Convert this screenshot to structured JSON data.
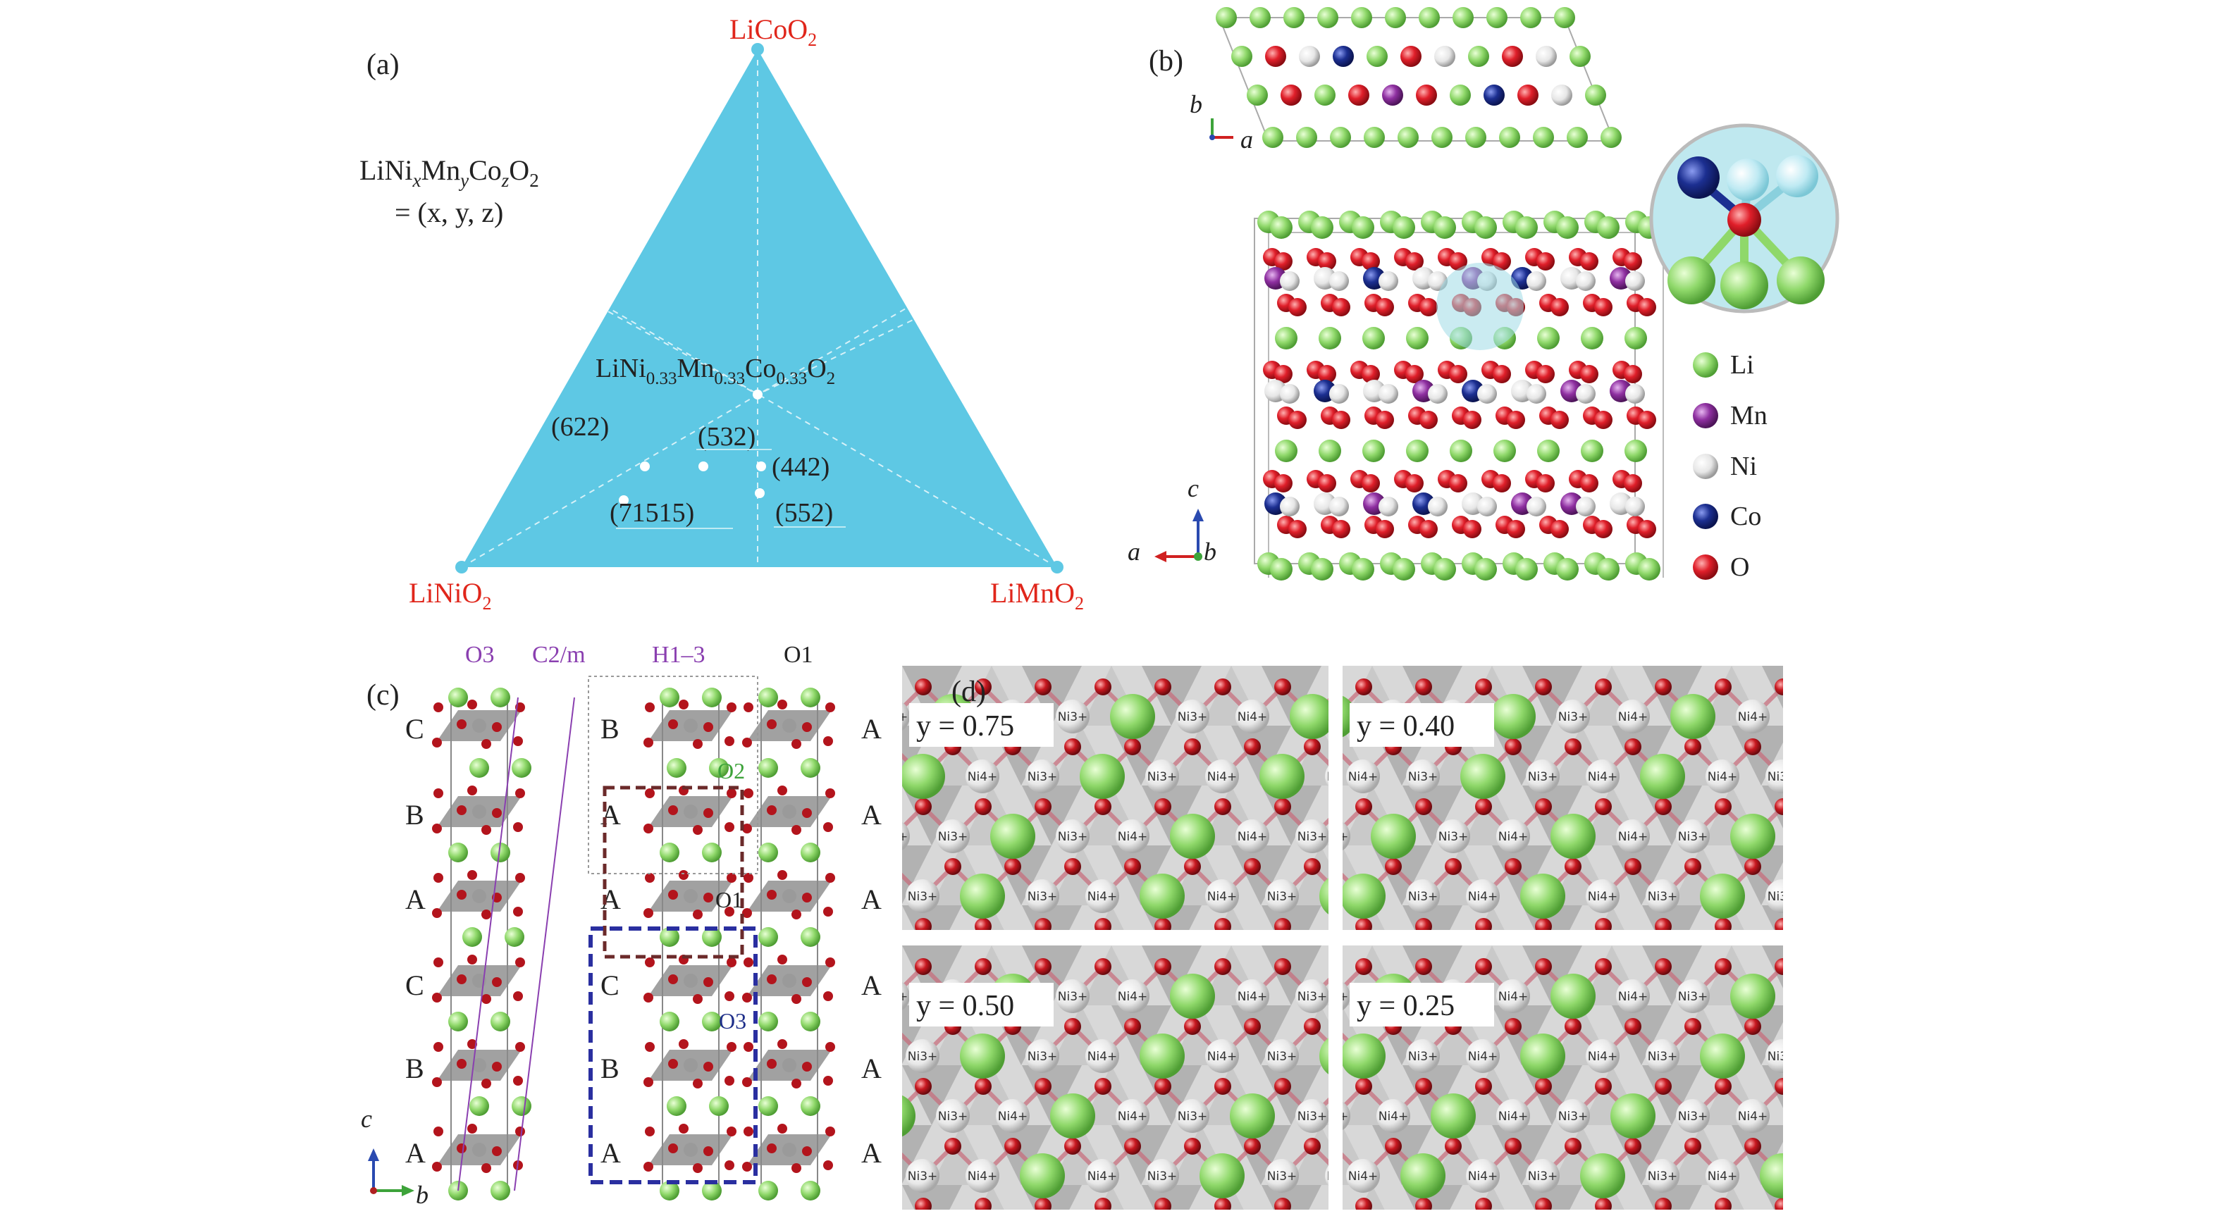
{
  "panel_a": {
    "tag": "(a)",
    "corners": {
      "top": "LiCoO",
      "left": "LiNiO",
      "right": "LiMnO",
      "sub": "2"
    },
    "formula": {
      "main": [
        "LiNi",
        "x",
        "Mn",
        "y",
        "Co",
        "z",
        "O",
        "2"
      ],
      "eq": "= (x, y, z)"
    },
    "center_label": [
      "LiNi",
      "0.33",
      "Mn",
      "0.33",
      "Co",
      "0.33",
      "O",
      "2"
    ],
    "points": [
      "(622)",
      "(532)",
      "(442)",
      "(71515)",
      "(552)"
    ],
    "colors": {
      "triangle": "#5ec8e4",
      "corner": "#e0261b"
    }
  },
  "panel_b": {
    "tag": "(b)",
    "axes_top": {
      "v": "b",
      "h": "a"
    },
    "axes_bottom": {
      "v": "c",
      "h": "a",
      "o": "b"
    },
    "legend": [
      {
        "label": "Li",
        "color": "#7fd35a"
      },
      {
        "label": "Mn",
        "color": "#8e2fa0"
      },
      {
        "label": "Ni",
        "color": "#e6e6e6"
      },
      {
        "label": "Co",
        "color": "#1c2f91"
      },
      {
        "label": "O",
        "color": "#e01f2a"
      }
    ]
  },
  "panel_c": {
    "tag": "(c)",
    "headers": [
      "O3",
      "C2/m",
      "H1–3",
      "O1"
    ],
    "left_stack": [
      "C",
      "B",
      "A",
      "C",
      "B",
      "A"
    ],
    "mid_stack": [
      "B",
      "A",
      "A",
      "C",
      "B",
      "A"
    ],
    "right_stack": [
      "A",
      "A",
      "A",
      "A",
      "A",
      "A"
    ],
    "boxes": [
      "O2",
      "O1",
      "O3"
    ],
    "axes": {
      "v": "c",
      "h": "b"
    }
  },
  "panel_d": {
    "tag": "(d)",
    "quads": [
      {
        "label": "y = 0.75"
      },
      {
        "label": "y = 0.40"
      },
      {
        "label": "y = 0.50"
      },
      {
        "label": "y = 0.25"
      }
    ],
    "ion_a": "Ni3+",
    "ion_b": "Ni4+"
  }
}
